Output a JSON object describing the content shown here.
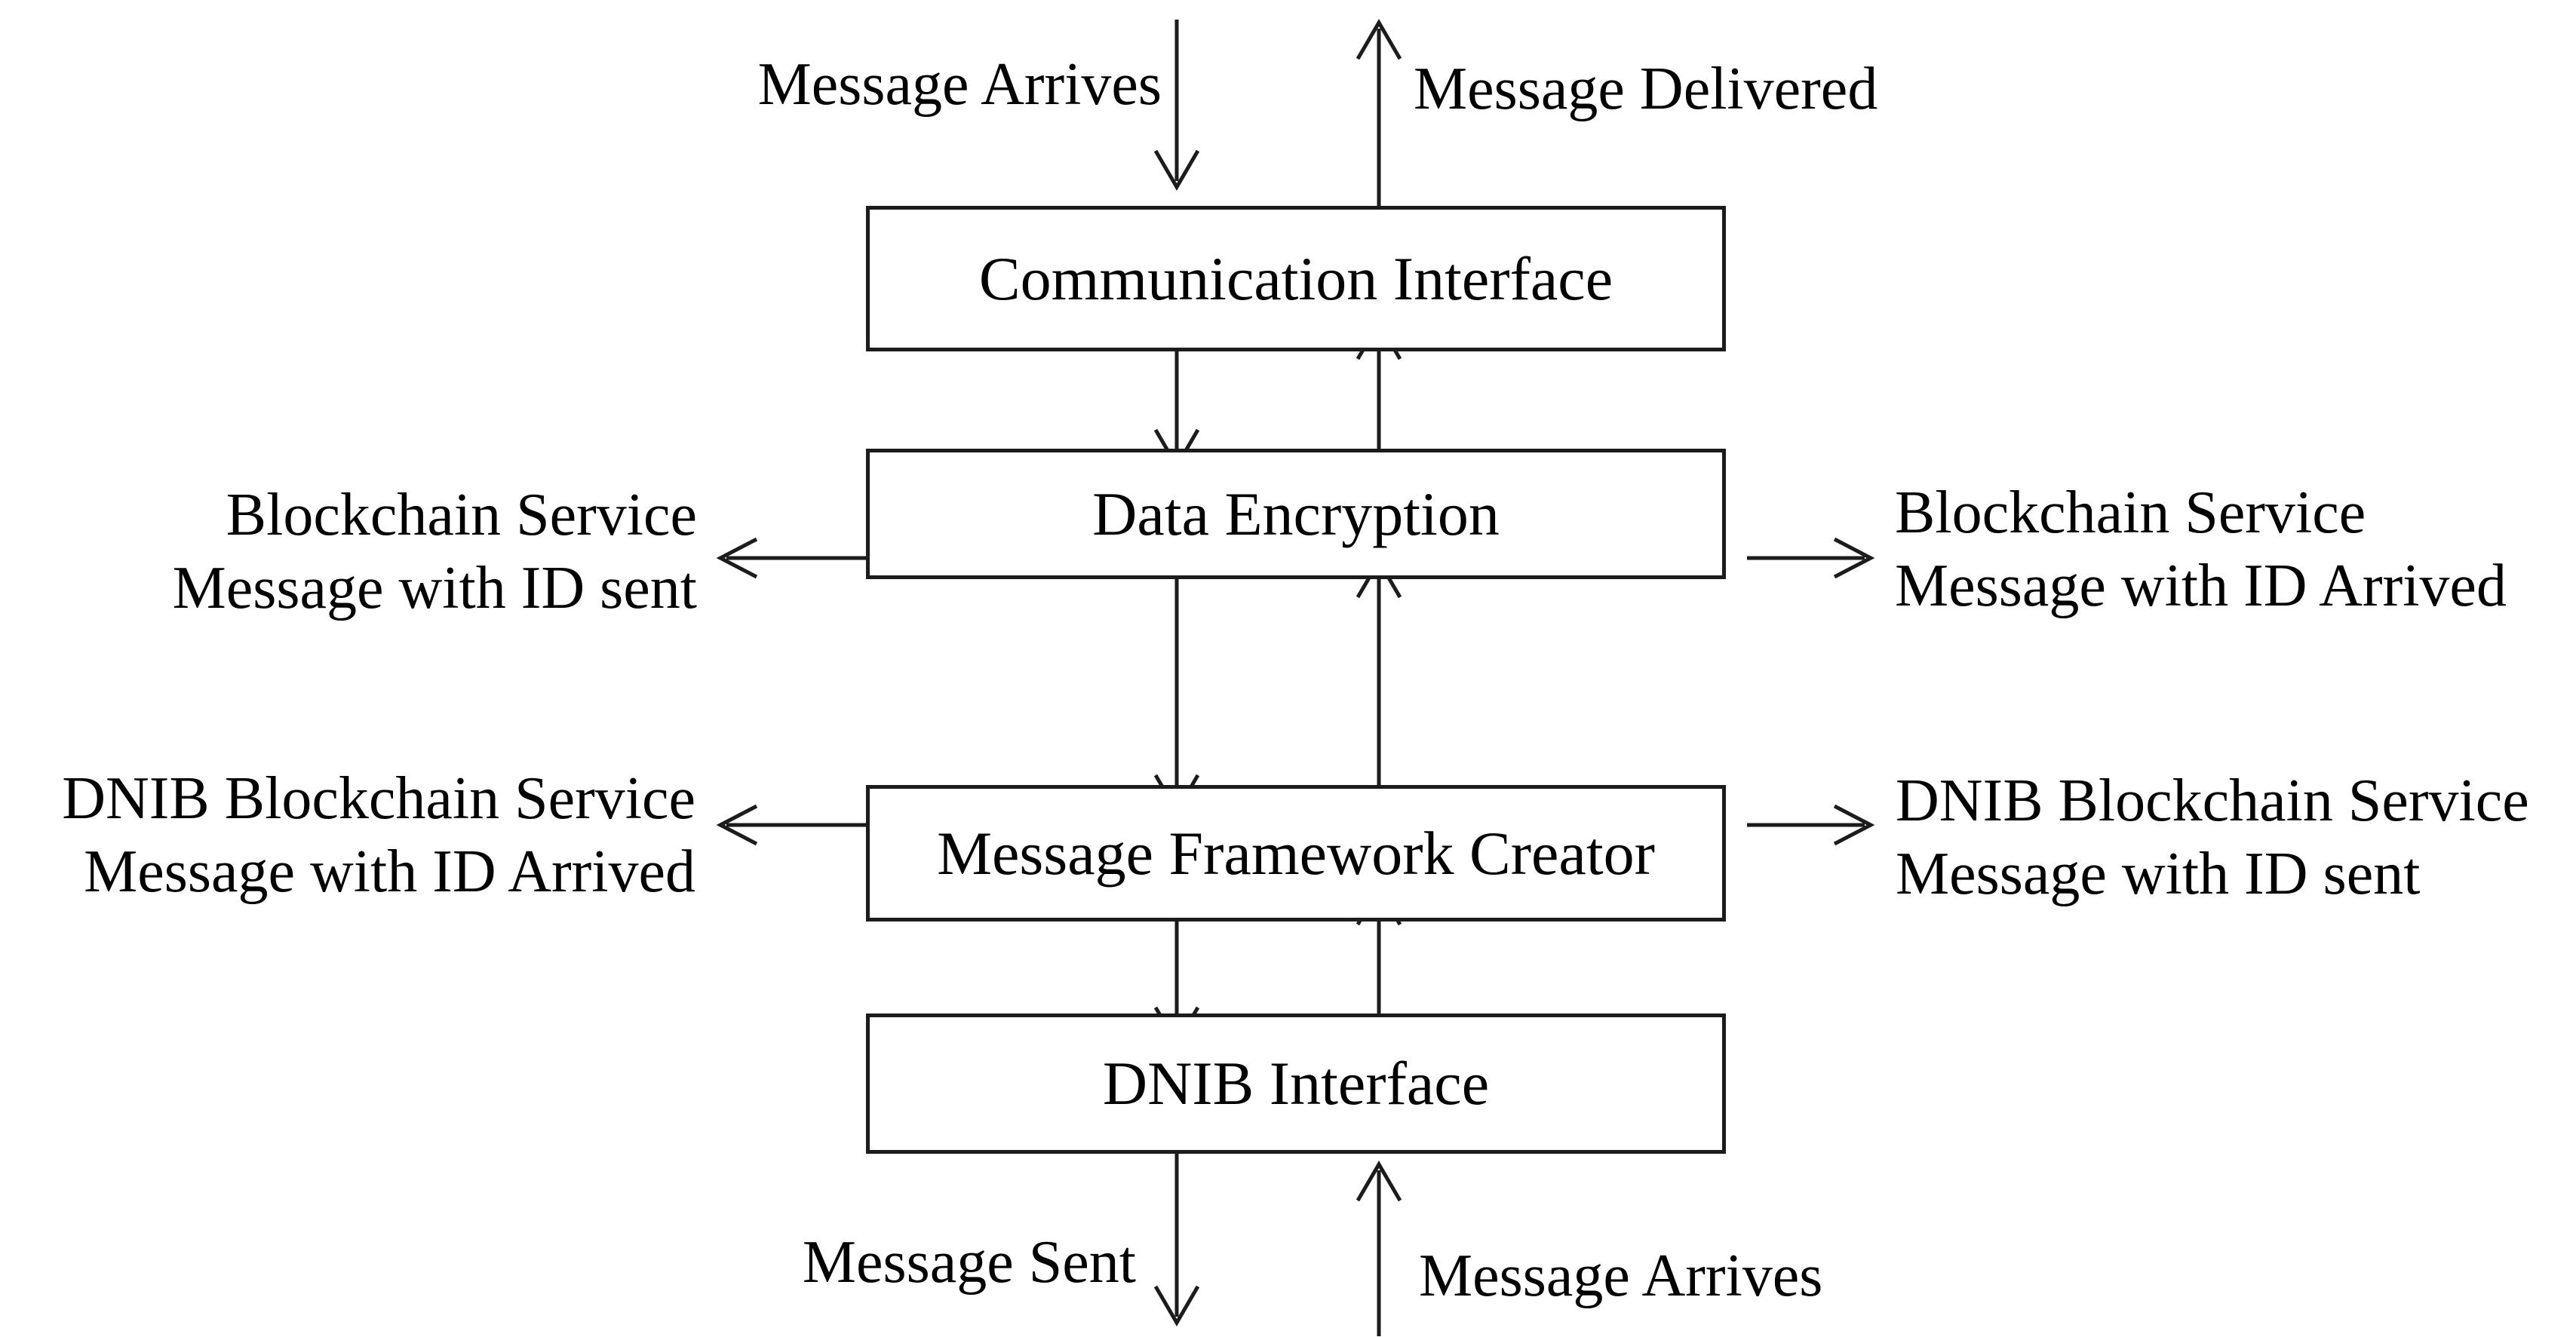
{
  "diagram": {
    "boxes": [
      {
        "id": "communication-interface",
        "label": "Communication Interface"
      },
      {
        "id": "data-encryption",
        "label": "Data Encryption"
      },
      {
        "id": "message-framework-creator",
        "label": "Message Framework Creator"
      },
      {
        "id": "dnib-interface",
        "label": "DNIB Interface"
      }
    ],
    "external_labels": {
      "top_in": "Message Arrives",
      "top_out": "Message Delivered",
      "encryption_left": [
        "Blockchain Service",
        "Message with ID sent"
      ],
      "encryption_right": [
        "Blockchain Service",
        "Message with ID Arrived"
      ],
      "framework_left": [
        "DNIB Blockchain Service",
        "Message with ID Arrived"
      ],
      "framework_right": [
        "DNIB Blockchain Service",
        "Message with ID sent"
      ],
      "bottom_out": "Message Sent",
      "bottom_in": "Message Arrives"
    },
    "connections": [
      {
        "from": "external-top",
        "to": "Communication Interface",
        "direction": "down",
        "label": "Message Arrives"
      },
      {
        "from": "Communication Interface",
        "to": "external-top",
        "direction": "up",
        "label": "Message Delivered"
      },
      {
        "from": "Communication Interface",
        "to": "Data Encryption",
        "direction": "down"
      },
      {
        "from": "Data Encryption",
        "to": "Communication Interface",
        "direction": "up"
      },
      {
        "from": "Data Encryption",
        "to": "external-left",
        "direction": "left",
        "label": "Blockchain Service Message with ID sent"
      },
      {
        "from": "Data Encryption",
        "to": "external-right",
        "direction": "right",
        "label": "Blockchain Service Message with ID Arrived"
      },
      {
        "from": "Data Encryption",
        "to": "Message Framework Creator",
        "direction": "down"
      },
      {
        "from": "Message Framework Creator",
        "to": "Data Encryption",
        "direction": "up"
      },
      {
        "from": "Message Framework Creator",
        "to": "external-left",
        "direction": "left",
        "label": "DNIB Blockchain Service Message with ID Arrived"
      },
      {
        "from": "Message Framework Creator",
        "to": "external-right",
        "direction": "right",
        "label": "DNIB Blockchain Service Message with ID sent"
      },
      {
        "from": "Message Framework Creator",
        "to": "DNIB Interface",
        "direction": "down"
      },
      {
        "from": "DNIB Interface",
        "to": "Message Framework Creator",
        "direction": "up"
      },
      {
        "from": "DNIB Interface",
        "to": "external-bottom",
        "direction": "down",
        "label": "Message Sent"
      },
      {
        "from": "external-bottom",
        "to": "DNIB Interface",
        "direction": "up",
        "label": "Message Arrives"
      }
    ],
    "colors": {
      "line": "#1c1c1c",
      "text": "#000000",
      "background": "#ffffff",
      "box_fill": "#ffffff"
    }
  }
}
